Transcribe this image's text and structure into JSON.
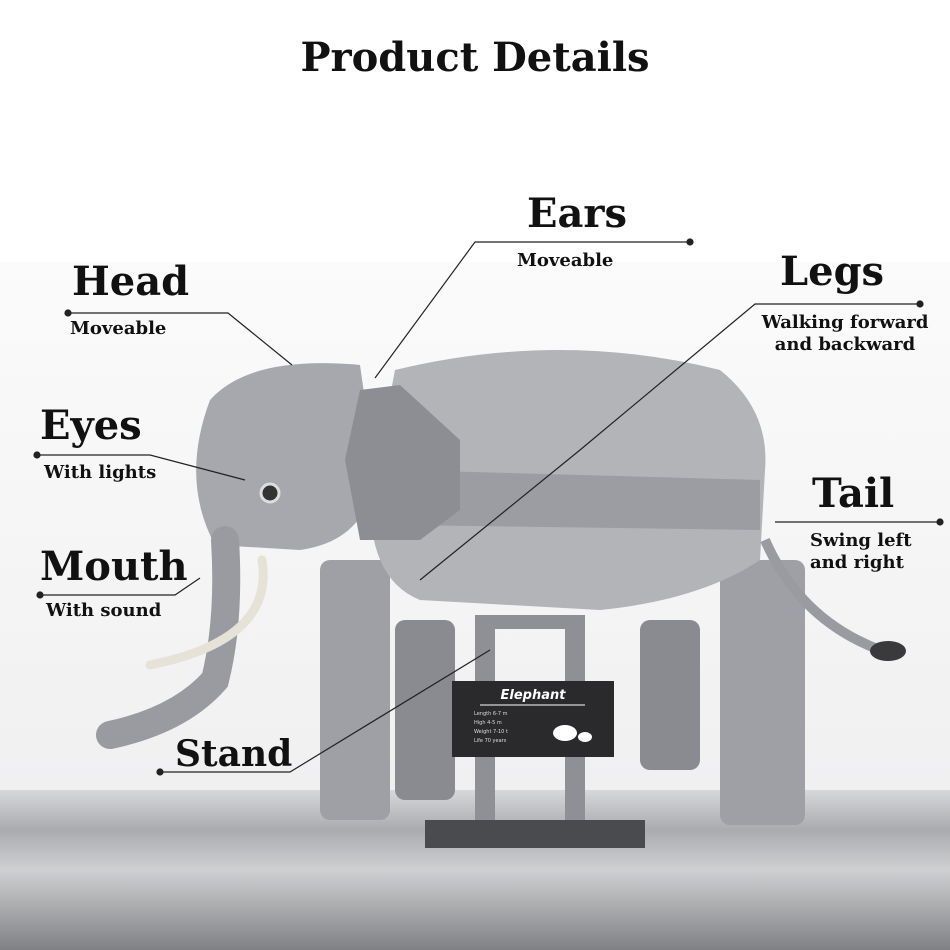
{
  "title": "Product Details",
  "callouts": [
    {
      "name": "Head",
      "desc": "Moveable"
    },
    {
      "name": "Ears",
      "desc": "Moveable"
    },
    {
      "name": "Legs",
      "desc": "Walking forward and backward"
    },
    {
      "name": "Eyes",
      "desc": "With lights"
    },
    {
      "name": "Tail",
      "desc": "Swing left and right"
    },
    {
      "name": "Mouth",
      "desc": "With sound"
    },
    {
      "name": "Stand",
      "desc": ""
    }
  ],
  "sign": {
    "title": "Elephant",
    "rows": [
      "Length 6-7 m",
      "High 4-5 m",
      "Weight 7-10 t",
      "Life 70 years"
    ]
  },
  "colors": {
    "brick": "#a9aaae",
    "brick_dark": "#7c7d82",
    "sign_bg": "#2a2a2c"
  }
}
